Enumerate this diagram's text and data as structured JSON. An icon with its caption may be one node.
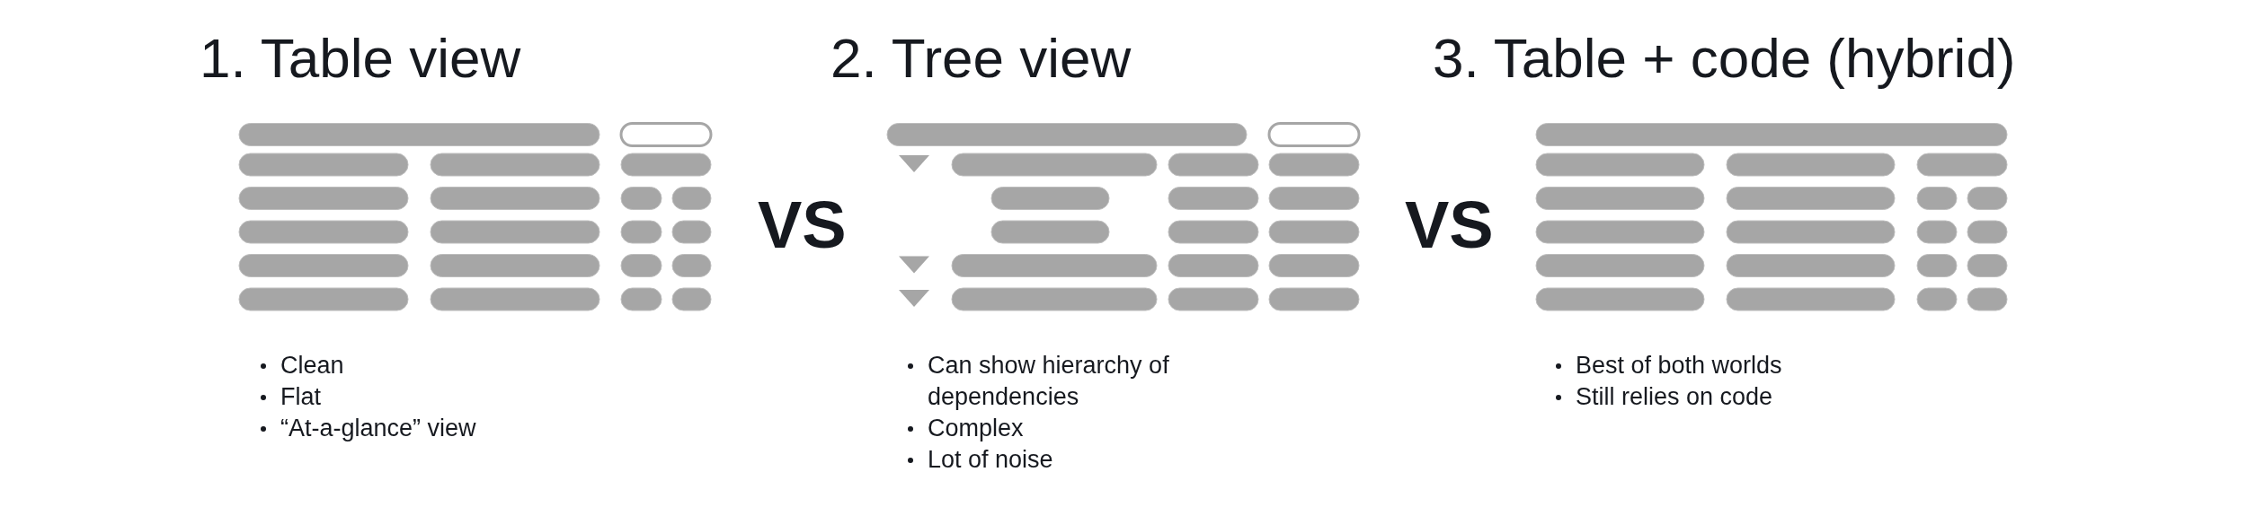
{
  "diagram": {
    "labels": [
      "1. Table view",
      "2. Tree view",
      "3. Table + code (hybrid)",
      "VS",
      "VS",
      "Clean",
      "Flat",
      "“At-a-glance” view",
      "Can show hierarchy of dependencies",
      "Complex",
      "Lot of noise",
      "Best of both worlds",
      "Still relies on code"
    ]
  }
}
